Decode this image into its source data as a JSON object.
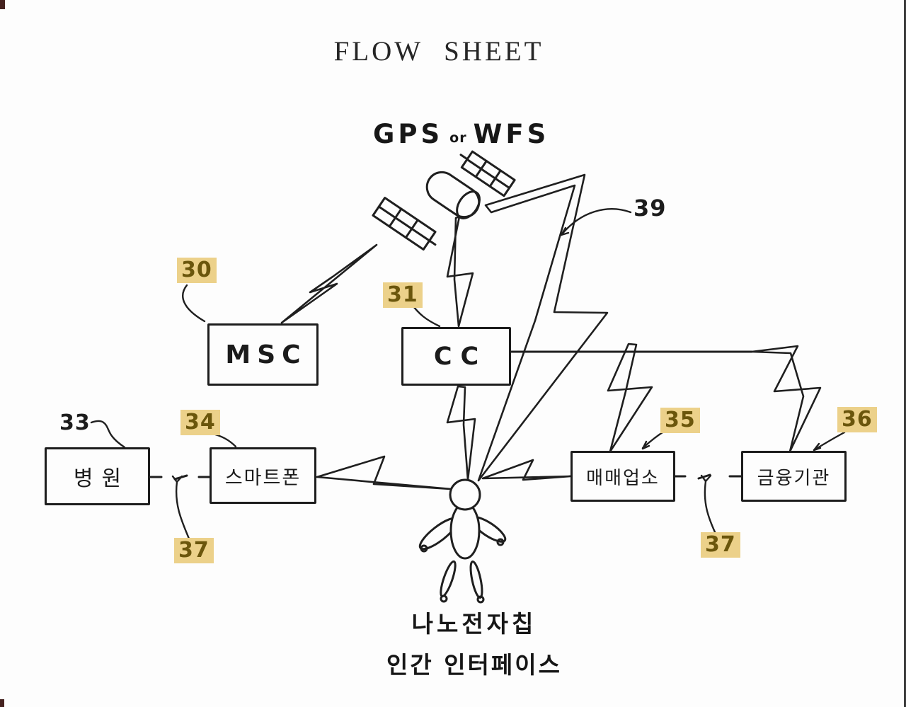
{
  "title": "FLOW SHEET",
  "satellite": {
    "name": "GPS/WFS satellite",
    "label_left": "GPS",
    "label_mid": "or",
    "label_right": "WFS"
  },
  "nodes": {
    "msc": {
      "label": "MSC",
      "ref": "30"
    },
    "cc": {
      "label": "CC",
      "ref": "31"
    },
    "hospital": {
      "label": "병원",
      "ref": "33"
    },
    "smartphone": {
      "label": "스마트폰",
      "ref": "34"
    },
    "store": {
      "label": "매매업소",
      "ref": "35"
    },
    "bank": {
      "label": "금융기관",
      "ref": "36"
    }
  },
  "links": {
    "dashed_left_ref": "37",
    "dashed_right_ref": "37",
    "main_bolt_ref": "39"
  },
  "person": {
    "caption_line1": "나노전자칩",
    "caption_line2": "인간 인터페이스"
  },
  "colors": {
    "ink": "#1d1d1d",
    "paper": "#fdfdfd",
    "highlight_bg": "#ecd18a",
    "highlight_text": "#6b560c"
  }
}
